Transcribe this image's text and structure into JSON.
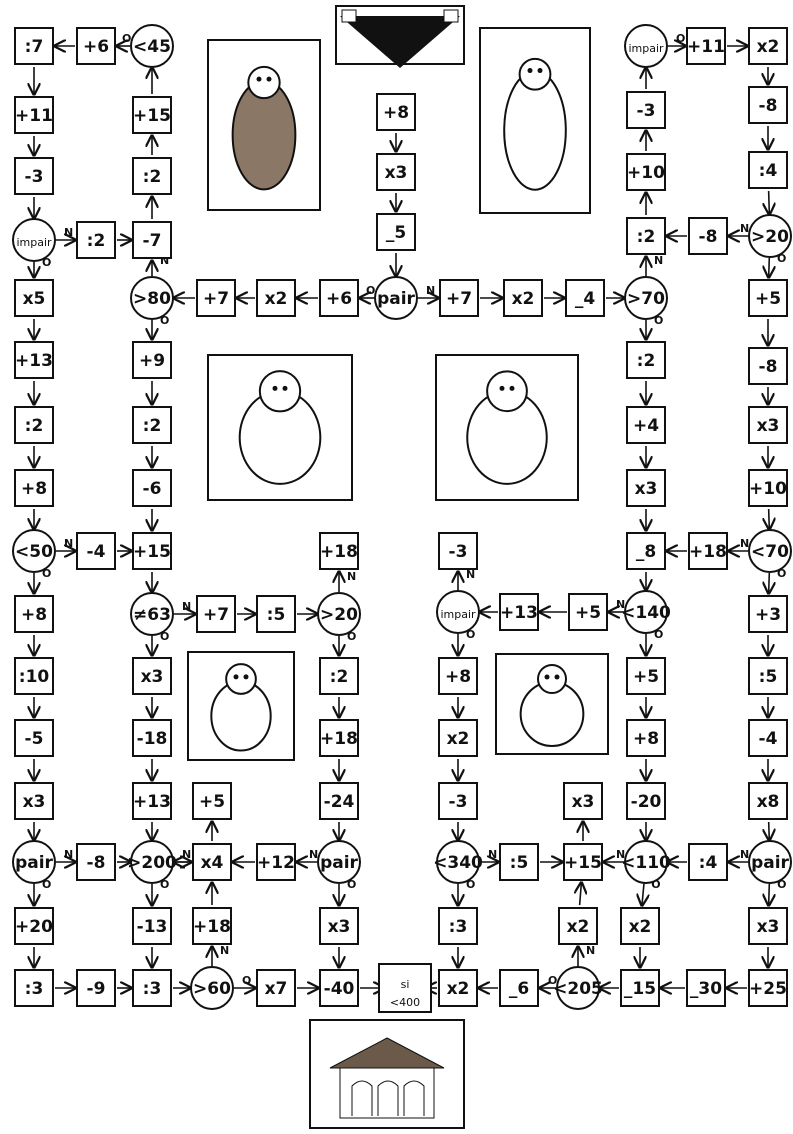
{
  "cells": [
    {
      "id": "start",
      "t": "rect",
      "l": "+8"
    },
    {
      "id": "c2",
      "t": "rect",
      "l": "x3"
    },
    {
      "id": "c3",
      "t": "rect",
      "l": "_5"
    },
    {
      "id": "pair1",
      "t": "circle",
      "l": "pair"
    },
    {
      "id": "e1",
      "t": "rect",
      "l": "+7"
    },
    {
      "id": "e2",
      "t": "rect",
      "l": "x2"
    },
    {
      "id": "e3",
      "t": "rect",
      "l": "_4"
    },
    {
      "id": "gt70",
      "t": "circle",
      "l": ">70"
    },
    {
      "id": "w1",
      "t": "rect",
      "l": "+6"
    },
    {
      "id": "w2",
      "t": "rect",
      "l": "x2"
    },
    {
      "id": "w3",
      "t": "rect",
      "l": "+7"
    },
    {
      "id": "gt80",
      "t": "circle",
      "l": ">80"
    },
    {
      "id": "r1",
      "t": "rect",
      "l": "+11"
    },
    {
      "id": "r2",
      "t": "rect",
      "l": "x2"
    },
    {
      "id": "r3",
      "t": "rect",
      "l": "-8"
    },
    {
      "id": "r4",
      "t": "rect",
      "l": ":4"
    },
    {
      "id": "gt20a",
      "t": "circle",
      "l": ">20"
    },
    {
      "id": "r5",
      "t": "rect",
      "l": "-8"
    },
    {
      "id": "r6",
      "t": "rect",
      "l": ":2"
    },
    {
      "id": "r7",
      "t": "rect",
      "l": "+10"
    },
    {
      "id": "r8",
      "t": "rect",
      "l": "-3"
    },
    {
      "id": "impair1",
      "t": "circle",
      "l": "impair"
    },
    {
      "id": "r9",
      "t": "rect",
      "l": "+5"
    },
    {
      "id": "r10",
      "t": "rect",
      "l": "-8"
    },
    {
      "id": "r11",
      "t": "rect",
      "l": "x3"
    },
    {
      "id": "r12",
      "t": "rect",
      "l": "+10"
    },
    {
      "id": "lt70",
      "t": "circle",
      "l": "<70"
    },
    {
      "id": "r13",
      "t": "rect",
      "l": "+18"
    },
    {
      "id": "r14",
      "t": "rect",
      "l": "+3"
    },
    {
      "id": "r15",
      "t": "rect",
      "l": ":5"
    },
    {
      "id": "r16",
      "t": "rect",
      "l": "-4"
    },
    {
      "id": "r17",
      "t": "rect",
      "l": "x8"
    },
    {
      "id": "pair2",
      "t": "circle",
      "l": "pair"
    },
    {
      "id": "r18",
      "t": "rect",
      "l": ":4"
    },
    {
      "id": "r19",
      "t": "rect",
      "l": "x3"
    },
    {
      "id": "r20",
      "t": "rect",
      "l": "+25"
    },
    {
      "id": "r21",
      "t": "rect",
      "l": "_30"
    },
    {
      "id": "r22",
      "t": "rect",
      "l": "_15"
    },
    {
      "id": "lt205",
      "t": "circle",
      "l": "<205"
    },
    {
      "id": "m1",
      "t": "rect",
      "l": ":2"
    },
    {
      "id": "m2",
      "t": "rect",
      "l": "+4"
    },
    {
      "id": "m3",
      "t": "rect",
      "l": "x3"
    },
    {
      "id": "m4",
      "t": "rect",
      "l": "_8"
    },
    {
      "id": "lt140",
      "t": "circle",
      "l": "<140"
    },
    {
      "id": "m5",
      "t": "rect",
      "l": "+5"
    },
    {
      "id": "m6",
      "t": "rect",
      "l": "+8"
    },
    {
      "id": "m7",
      "t": "rect",
      "l": "-20"
    },
    {
      "id": "lt110",
      "t": "circle",
      "l": "<110"
    },
    {
      "id": "m8",
      "t": "rect",
      "l": "x2"
    },
    {
      "id": "m9",
      "t": "rect",
      "l": "+5"
    },
    {
      "id": "m10",
      "t": "rect",
      "l": "+13"
    },
    {
      "id": "impair2",
      "t": "circle",
      "l": "impair"
    },
    {
      "id": "m11",
      "t": "rect",
      "l": "-3"
    },
    {
      "id": "m12",
      "t": "rect",
      "l": "+8"
    },
    {
      "id": "m13",
      "t": "rect",
      "l": "x2"
    },
    {
      "id": "m14",
      "t": "rect",
      "l": "-3"
    },
    {
      "id": "lt340",
      "t": "circle",
      "l": "<340"
    },
    {
      "id": "m15",
      "t": "rect",
      "l": ":5"
    },
    {
      "id": "m16",
      "t": "rect",
      "l": "+15"
    },
    {
      "id": "m17",
      "t": "rect",
      "l": "x3"
    },
    {
      "id": "m18",
      "t": "rect",
      "l": "x2"
    },
    {
      "id": "m19",
      "t": "rect",
      "l": ":3"
    },
    {
      "id": "m20",
      "t": "rect",
      "l": "x2"
    },
    {
      "id": "m21",
      "t": "rect",
      "l": "_6"
    },
    {
      "id": "lt45",
      "t": "circle",
      "l": "<45"
    },
    {
      "id": "l1",
      "t": "rect",
      "l": "+6"
    },
    {
      "id": "l2",
      "t": "rect",
      "l": ":7"
    },
    {
      "id": "l3",
      "t": "rect",
      "l": "+11"
    },
    {
      "id": "l4",
      "t": "rect",
      "l": "-3"
    },
    {
      "id": "impair3",
      "t": "circle",
      "l": "impair"
    },
    {
      "id": "l5",
      "t": "rect",
      "l": ":2"
    },
    {
      "id": "l6",
      "t": "rect",
      "l": "-7"
    },
    {
      "id": "l7",
      "t": "rect",
      "l": ":2"
    },
    {
      "id": "l8",
      "t": "rect",
      "l": "+15"
    },
    {
      "id": "l9",
      "t": "rect",
      "l": "x5"
    },
    {
      "id": "l10",
      "t": "rect",
      "l": "+13"
    },
    {
      "id": "l11",
      "t": "rect",
      "l": ":2"
    },
    {
      "id": "l12",
      "t": "rect",
      "l": "+8"
    },
    {
      "id": "lt50",
      "t": "circle",
      "l": "<50"
    },
    {
      "id": "l13",
      "t": "rect",
      "l": "-4"
    },
    {
      "id": "l14",
      "t": "rect",
      "l": "+8"
    },
    {
      "id": "l15",
      "t": "rect",
      "l": ":10"
    },
    {
      "id": "l16",
      "t": "rect",
      "l": "-5"
    },
    {
      "id": "l17",
      "t": "rect",
      "l": "x3"
    },
    {
      "id": "pair3",
      "t": "circle",
      "l": "pair"
    },
    {
      "id": "l18",
      "t": "rect",
      "l": "-8"
    },
    {
      "id": "l19",
      "t": "rect",
      "l": "+20"
    },
    {
      "id": "l20",
      "t": "rect",
      "l": ":3"
    },
    {
      "id": "l21",
      "t": "rect",
      "l": "-9"
    },
    {
      "id": "l22",
      "t": "rect",
      "l": ":3"
    },
    {
      "id": "n1",
      "t": "rect",
      "l": "+9"
    },
    {
      "id": "n2",
      "t": "rect",
      "l": ":2"
    },
    {
      "id": "n3",
      "t": "rect",
      "l": "-6"
    },
    {
      "id": "n4",
      "t": "rect",
      "l": "+15"
    },
    {
      "id": "ne63",
      "t": "circle",
      "l": "≠63"
    },
    {
      "id": "n5",
      "t": "rect",
      "l": "+7"
    },
    {
      "id": "n6",
      "t": "rect",
      "l": ":5"
    },
    {
      "id": "gt20b",
      "t": "circle",
      "l": ">20"
    },
    {
      "id": "n7",
      "t": "rect",
      "l": "+18"
    },
    {
      "id": "n8",
      "t": "rect",
      "l": ":2"
    },
    {
      "id": "n9",
      "t": "rect",
      "l": "+18"
    },
    {
      "id": "n10",
      "t": "rect",
      "l": "-24"
    },
    {
      "id": "pair4",
      "t": "circle",
      "l": "pair"
    },
    {
      "id": "n11",
      "t": "rect",
      "l": "+12"
    },
    {
      "id": "n12",
      "t": "rect",
      "l": "x4"
    },
    {
      "id": "gt200",
      "t": "circle",
      "l": ">200"
    },
    {
      "id": "n13",
      "t": "rect",
      "l": "x3"
    },
    {
      "id": "n14",
      "t": "rect",
      "l": "-18"
    },
    {
      "id": "n15",
      "t": "rect",
      "l": "+13"
    },
    {
      "id": "n16",
      "t": "rect",
      "l": "-13"
    },
    {
      "id": "n17",
      "t": "rect",
      "l": "+5"
    },
    {
      "id": "n18",
      "t": "rect",
      "l": "+18"
    },
    {
      "id": "gt60",
      "t": "circle",
      "l": ">60"
    },
    {
      "id": "n19",
      "t": "rect",
      "l": "x7"
    },
    {
      "id": "n20",
      "t": "rect",
      "l": "-40"
    },
    {
      "id": "n21",
      "t": "rect",
      "l": "x3"
    },
    {
      "id": "goal",
      "t": "rect",
      "l": "si <400"
    }
  ],
  "branch_labels": {
    "no": "N",
    "yes": "O"
  },
  "pictures": [
    {
      "id": "pic-dragon",
      "icon": "dragon-icon"
    },
    {
      "id": "pic-cat",
      "icon": "cat-icon"
    },
    {
      "id": "pic-ogre",
      "icon": "ogre-icon"
    },
    {
      "id": "pic-dragon2",
      "icon": "winged-beast-icon"
    },
    {
      "id": "pic-troll",
      "icon": "troll-icon"
    },
    {
      "id": "pic-lion",
      "icon": "lion-icon"
    },
    {
      "id": "pic-house",
      "icon": "house-icon"
    },
    {
      "id": "pic-start",
      "icon": "start-arrow-icon"
    }
  ]
}
